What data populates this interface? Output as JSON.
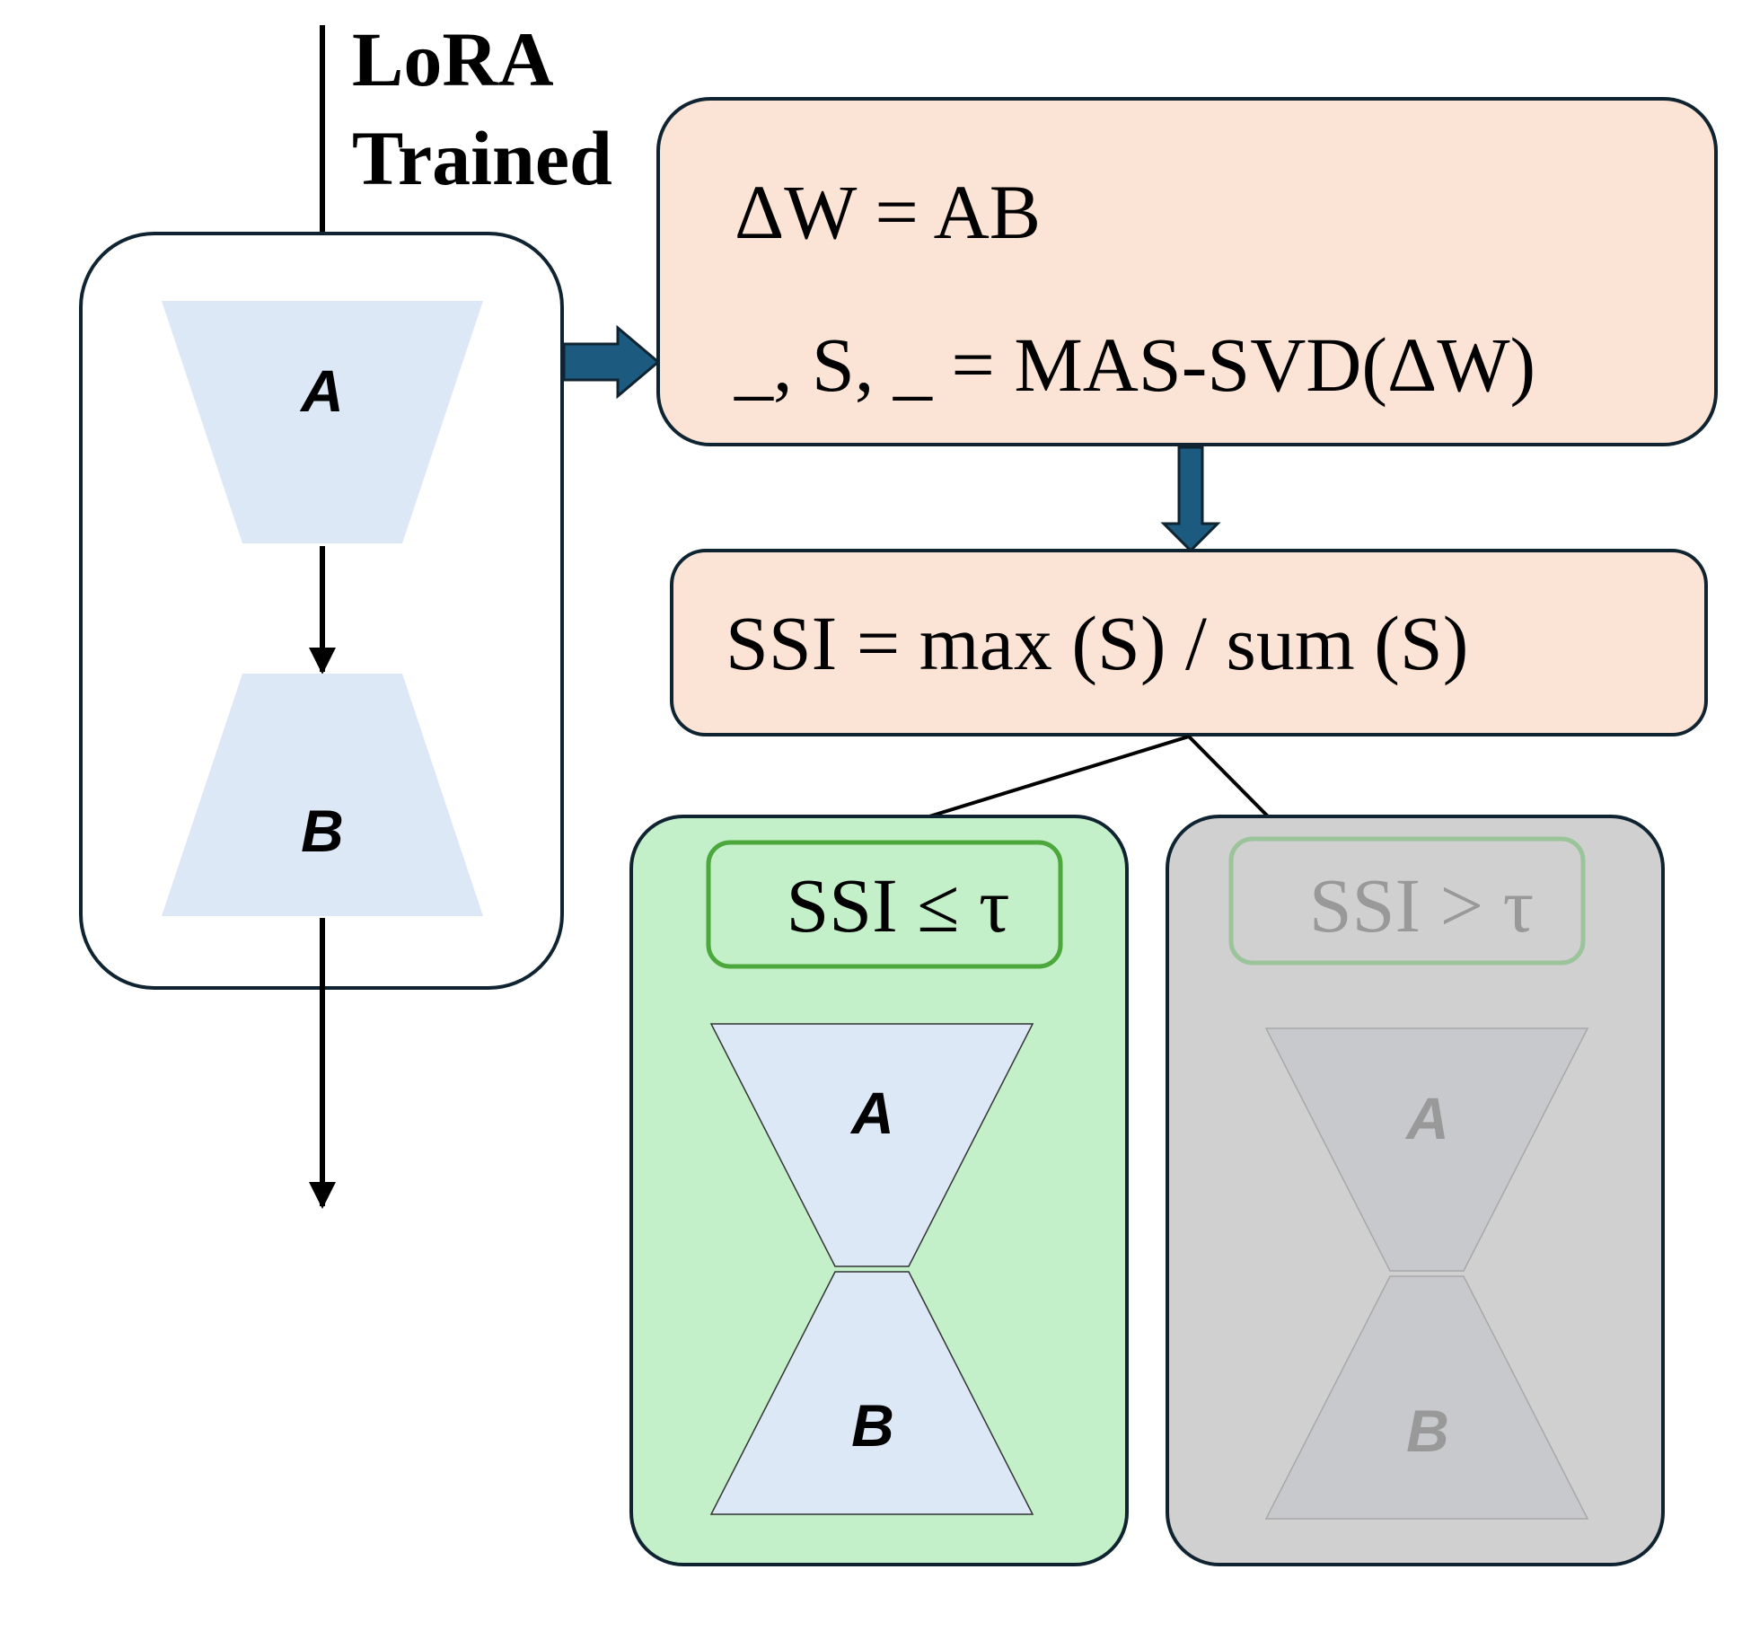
{
  "header": {
    "label_line1": "LoRA",
    "label_line2": "Trained"
  },
  "lora_block": {
    "matrix_a": "A",
    "matrix_b": "B"
  },
  "svd_box": {
    "line1": "ΔW = AB",
    "line2": "_, S, _ = MAS-SVD(ΔW)"
  },
  "ssi_box": {
    "formula": "SSI = max (S) / sum (S)"
  },
  "branch_keep": {
    "condition": "SSI ≤ τ",
    "matrix_a": "A",
    "matrix_b": "B"
  },
  "branch_drop": {
    "condition": "SSI > τ",
    "matrix_a": "A",
    "matrix_b": "B"
  },
  "colors": {
    "ink": "#000000",
    "box_outline": "#0f2430",
    "block_arrow": "#1d5a7f",
    "formula_fill": "#fbe3d6",
    "matrix_fill": "#dce8f5",
    "keep_fill": "#c3f0c8",
    "keep_outline": "#4ca73c",
    "drop_fill": "#d0d0d0",
    "drop_outline": "#9bc49b",
    "drop_text": "#999999",
    "drop_matrix_fill": "#c8c9cd"
  }
}
